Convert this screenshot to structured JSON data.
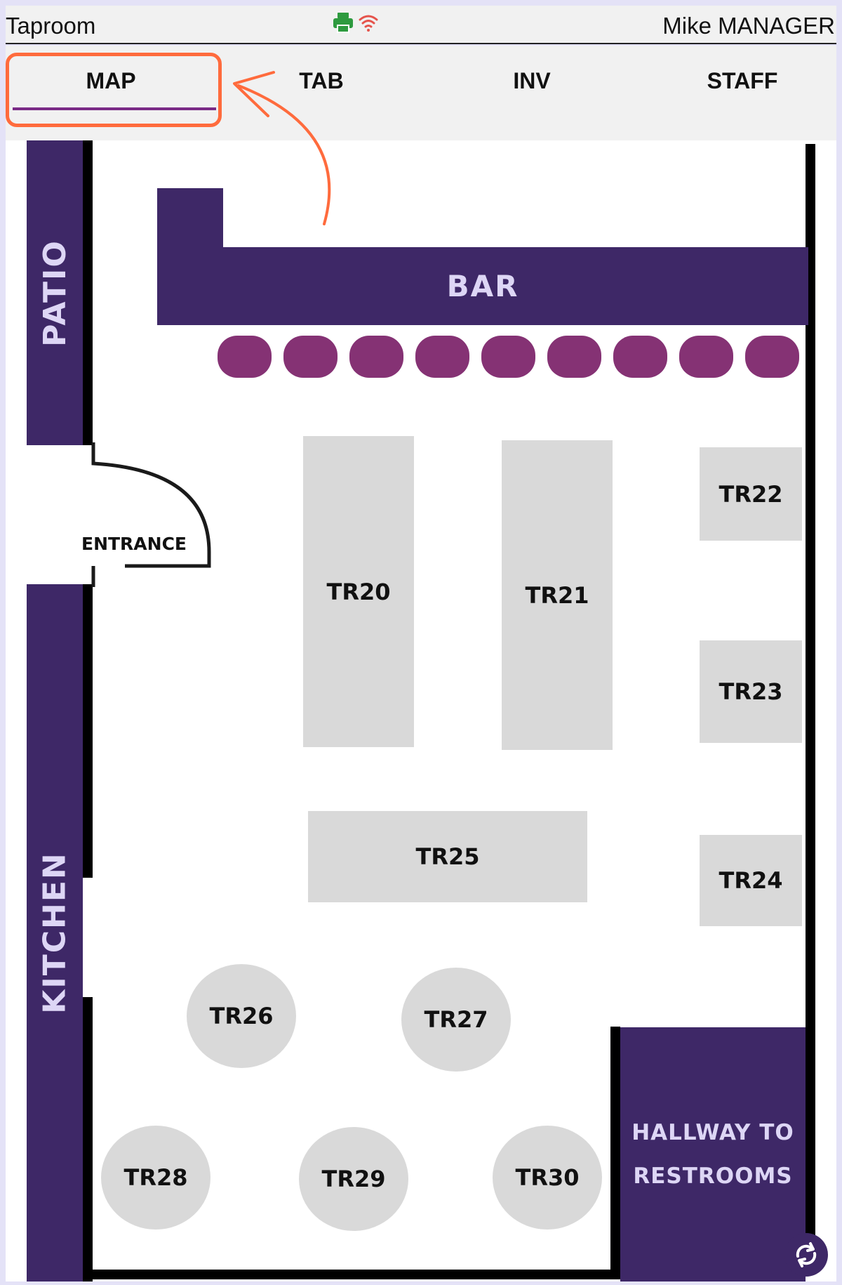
{
  "status_bar": {
    "app_title": "Taproom",
    "user": "Mike MANAGER",
    "icons": [
      "printer-icon",
      "wifi-icon"
    ],
    "printer_color": "#2e9a3f",
    "wifi_color": "#e5534b"
  },
  "tabs": [
    {
      "label": "MAP",
      "active": true
    },
    {
      "label": "TAB",
      "active": false
    },
    {
      "label": "INV",
      "active": false
    },
    {
      "label": "STAFF",
      "active": false
    }
  ],
  "map": {
    "zones": {
      "patio": "PATIO",
      "kitchen": "KITCHEN",
      "bar": "BAR",
      "entrance": "ENTRANCE",
      "hallway_line1": "HALLWAY TO",
      "hallway_line2": "RESTROOMS"
    },
    "bar_stool_count": 9,
    "tables": [
      "TR20",
      "TR21",
      "TR22",
      "TR23",
      "TR24",
      "TR25",
      "TR26",
      "TR27",
      "TR28",
      "TR29",
      "TR30"
    ]
  },
  "colors": {
    "zone": "#3e2867",
    "stool": "#853274",
    "table": "#d9d9d9",
    "active_tab_underline": "#7a2a86",
    "highlight": "#ff6b3d"
  }
}
